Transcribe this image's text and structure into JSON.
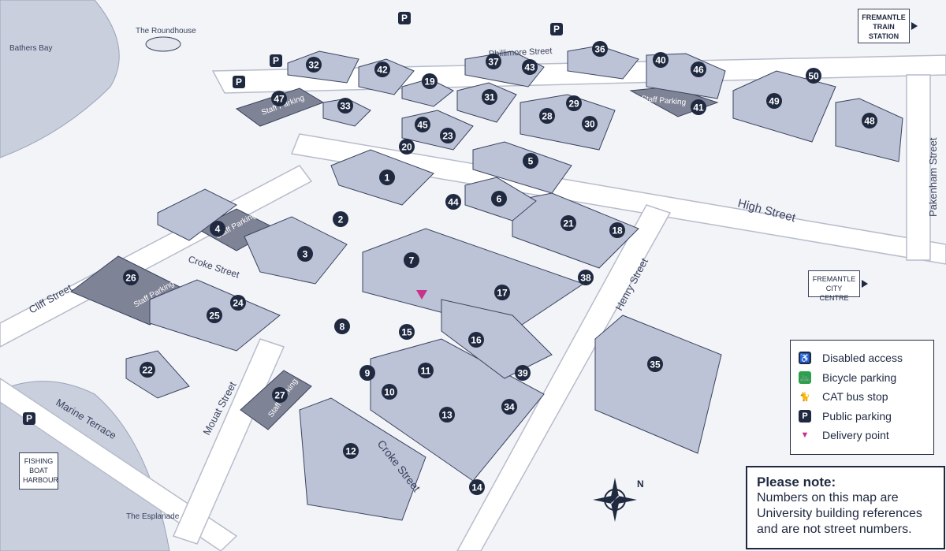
{
  "labels": {
    "water": [
      "Bathers Bay"
    ],
    "landmarks": [
      "The Roundhouse",
      "The Esplanade"
    ],
    "streets": {
      "phillimore": "Phillimore Street",
      "pakenham": "Pakenham Street",
      "high": "High Street",
      "croke_top": "Croke Street",
      "croke_bottom": "Croke Street",
      "cliff": "Cliff Street",
      "henry": "Henry Street",
      "mouat": "Mouat Street",
      "marine": "Marine Terrace"
    },
    "staff_parking": "Staff Parking",
    "parking_symbol": "P"
  },
  "info_boxes": {
    "train": "FREMANTLE TRAIN STATION",
    "city": "FREMANTLE CITY CENTRE",
    "harbour": "FISHING BOAT HARBOUR"
  },
  "buildings": [
    "1",
    "2",
    "3",
    "4",
    "5",
    "6",
    "7",
    "8",
    "9",
    "10",
    "11",
    "12",
    "13",
    "14",
    "15",
    "16",
    "17",
    "18",
    "19",
    "20",
    "21",
    "22",
    "23",
    "24",
    "25",
    "26",
    "27",
    "28",
    "29",
    "30",
    "31",
    "32",
    "33",
    "34",
    "35",
    "36",
    "37",
    "38",
    "39",
    "40",
    "41",
    "42",
    "43",
    "44",
    "45",
    "46",
    "47",
    "48",
    "49",
    "50"
  ],
  "legend": [
    {
      "label": "Disabled access",
      "icon": "wheelchair-icon",
      "color": "#1f2940",
      "glyph": "♿"
    },
    {
      "label": "Bicycle parking",
      "icon": "bicycle-icon",
      "color": "#2aa24a",
      "glyph": "🚲"
    },
    {
      "label": "CAT bus stop",
      "icon": "cat-icon",
      "color": "#ffffff",
      "glyph": "🐈"
    },
    {
      "label": "Public parking",
      "icon": "parking-icon",
      "color": "#1f2940",
      "glyph": "P"
    },
    {
      "label": "Delivery point",
      "icon": "delivery-triangle-icon",
      "color": "#c8338a",
      "glyph": "▼"
    }
  ],
  "note": {
    "heading": "Please note:",
    "body_lines": [
      "Numbers on this map are",
      "University building references",
      "and are not street numbers."
    ]
  },
  "colors": {
    "building_fill": "#bcc3d6",
    "building_edge": "#3a4360",
    "marker": "#1f2940",
    "water": "#c9cfdc",
    "staff_parking": "#7f8396",
    "accent_green": "#2aa24a",
    "accent_magenta": "#c8338a"
  }
}
